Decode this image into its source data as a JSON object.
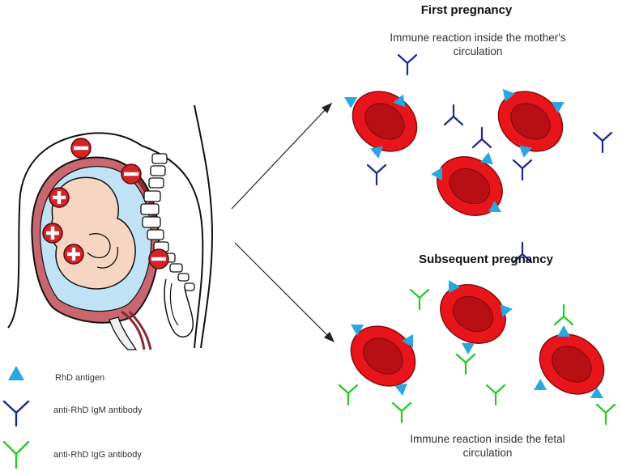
{
  "panels": {
    "first": {
      "title": "First pregnancy",
      "caption_line1": "Immune reaction inside the mother's",
      "caption_line2": "circulation"
    },
    "subsequent": {
      "title": "Subsequent pregnancy",
      "caption_line1": "Immune reaction inside the fetal",
      "caption_line2": "circulation"
    }
  },
  "legend": {
    "antigen": "RhD antigen",
    "igm": "anti-RhD IgM antibody",
    "igg": "anti-RhD IgG antibody"
  },
  "colors": {
    "cell_outer": "#e8161b",
    "cell_inner": "#b80f14",
    "antigen": "#2aa7e0",
    "igm": "#1a2a8c",
    "igg": "#22cc22",
    "skin": "#f6d6c2",
    "fluid": "#bfe3f5",
    "uterus": "#c8676f",
    "marker": "#d3242a"
  }
}
